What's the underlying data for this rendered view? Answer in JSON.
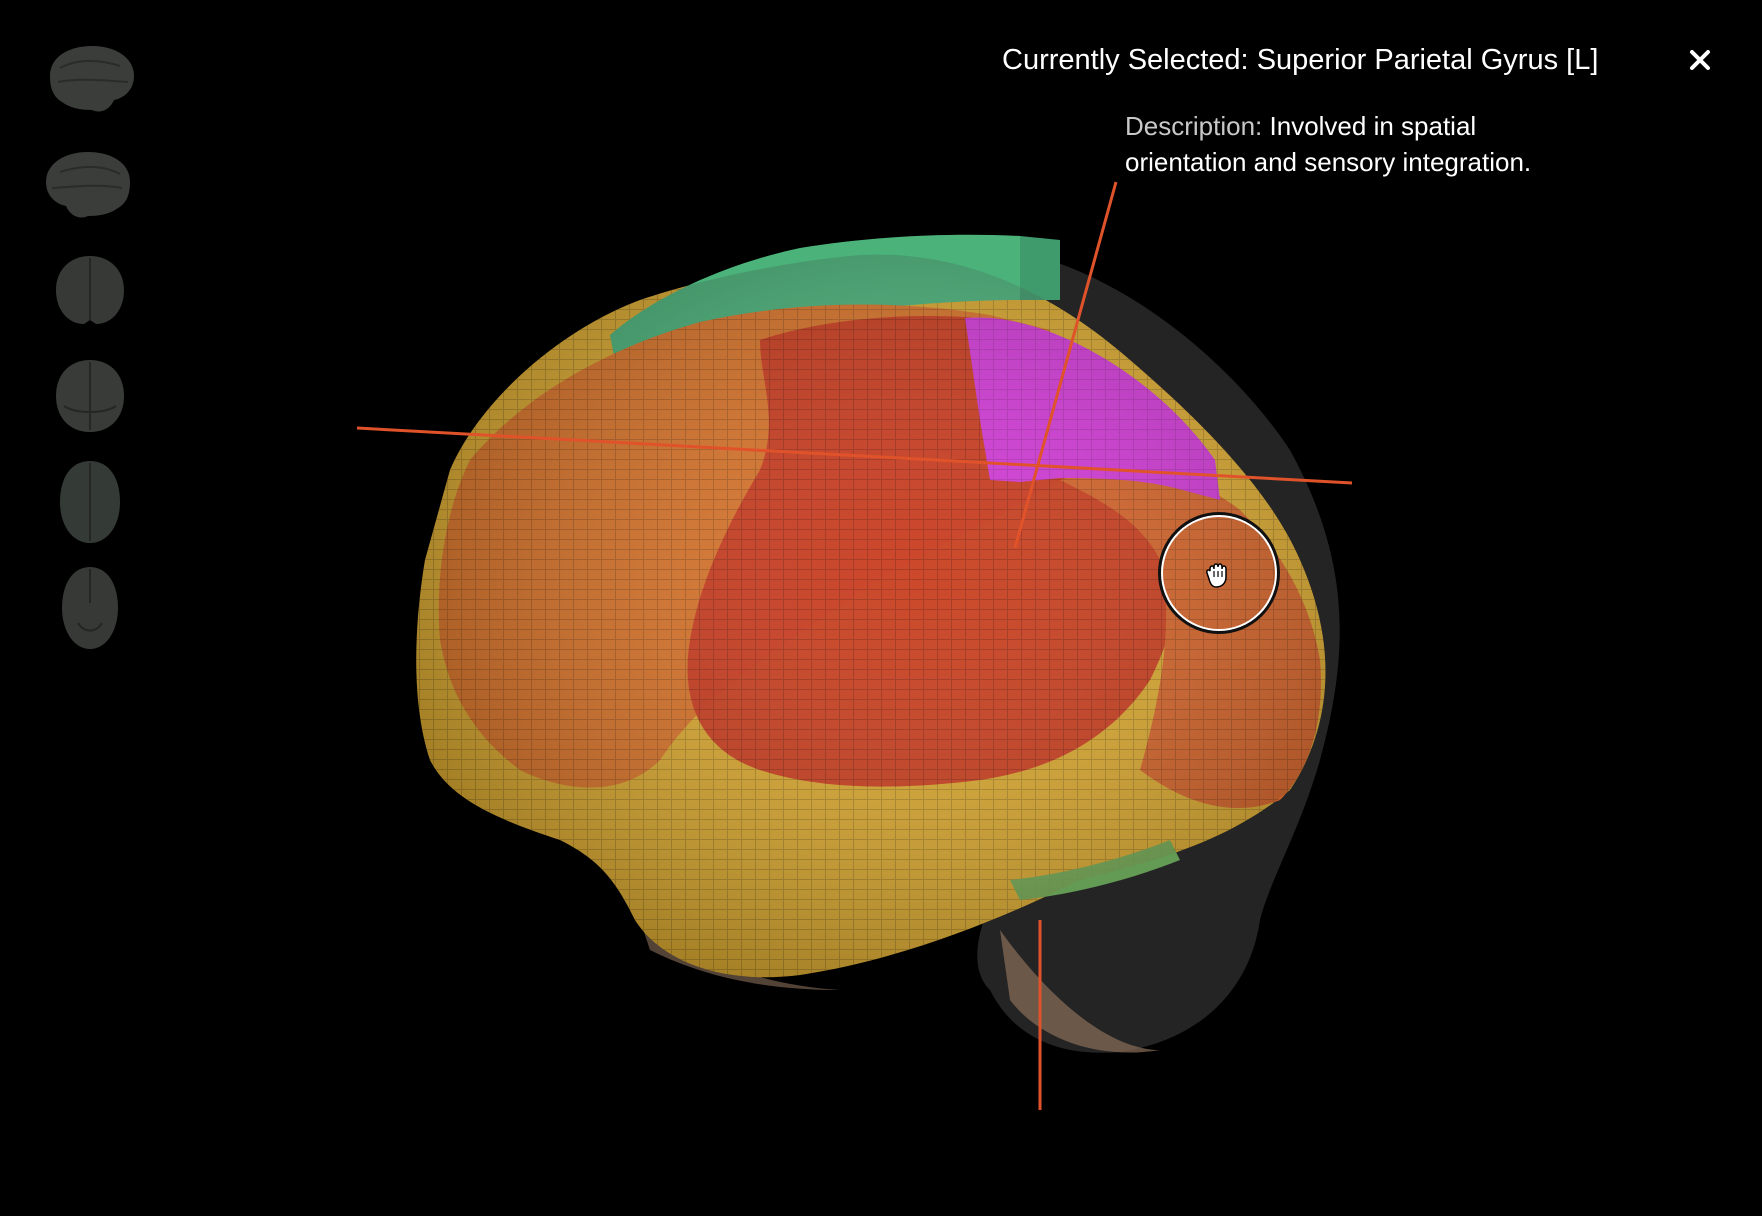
{
  "app": {
    "title": "3D Brain Atlas Viewer"
  },
  "selection": {
    "label": "Currently Selected:",
    "region": "Superior Parietal Gyrus [L]",
    "close_icon": "close-x-icon"
  },
  "description": {
    "label": "Description:",
    "text": "Involved in spatial orientation and sensory integration."
  },
  "view_presets": [
    {
      "name": "view-lateral-left",
      "icon": "brain-lateral-icon"
    },
    {
      "name": "view-lateral-right",
      "icon": "brain-lateral-icon"
    },
    {
      "name": "view-anterior",
      "icon": "brain-frontal-icon"
    },
    {
      "name": "view-posterior",
      "icon": "brain-posterior-icon"
    },
    {
      "name": "view-superior",
      "icon": "brain-top-icon"
    },
    {
      "name": "view-inferior",
      "icon": "brain-bottom-icon"
    }
  ],
  "colors": {
    "background": "#000000",
    "selected_region": "#d13ad6",
    "crosshair": "#e0532a",
    "frontal": "#d9822e",
    "temporal": "#d9a830",
    "central": "#c8391f",
    "superior": "#4bb27a"
  },
  "cursor": {
    "icon": "grab-hand-icon"
  }
}
